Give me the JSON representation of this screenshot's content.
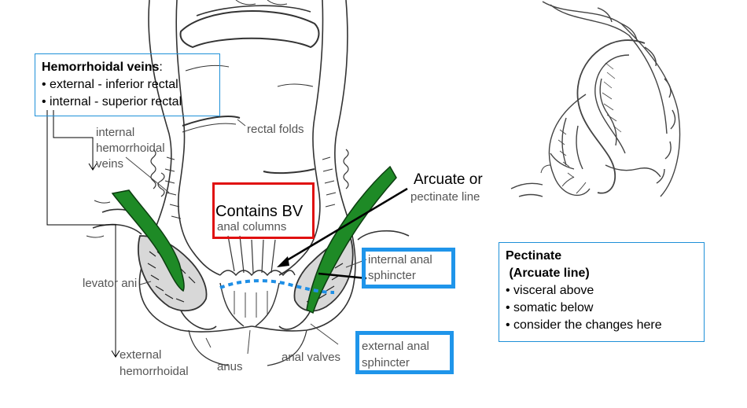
{
  "hemorrhoidal_box": {
    "title": "Hemorrhoidal veins",
    "title_suffix": ":",
    "items": [
      "• external - inferior rectal",
      "• internal - superior rectal"
    ]
  },
  "pectinate_box": {
    "title": "Pectinate",
    "subtitle": " (Arcuate line)",
    "items": [
      "• visceral above",
      "• somatic below",
      "• consider the changes here"
    ]
  },
  "callouts": {
    "contains_bv": "Contains BV",
    "arcuate_or": "Arcuate or"
  },
  "anatomy_labels": {
    "rectal_folds": "rectal folds",
    "internal_hem_1": "internal",
    "internal_hem_2": "hemorrhoidal",
    "internal_hem_3": "veins",
    "pectinate_line": "pectinate line",
    "anal_columns": "anal columns",
    "internal_anal_1": "internal anal",
    "internal_anal_2": "sphincter",
    "levator_ani": "levator ani",
    "external_hem_1": "external",
    "external_hem_2": "hemorrhoidal",
    "anus": "anus",
    "anal_valves": "anal valves",
    "external_anal_1": "external anal",
    "external_anal_2": "sphincter"
  },
  "colors": {
    "blue_box": "#1e90d8",
    "thick_blue": "#1f95ea",
    "red_box": "#e01010",
    "muscle_green": "#1e8a26",
    "dotted_line": "#1f8fe6"
  }
}
